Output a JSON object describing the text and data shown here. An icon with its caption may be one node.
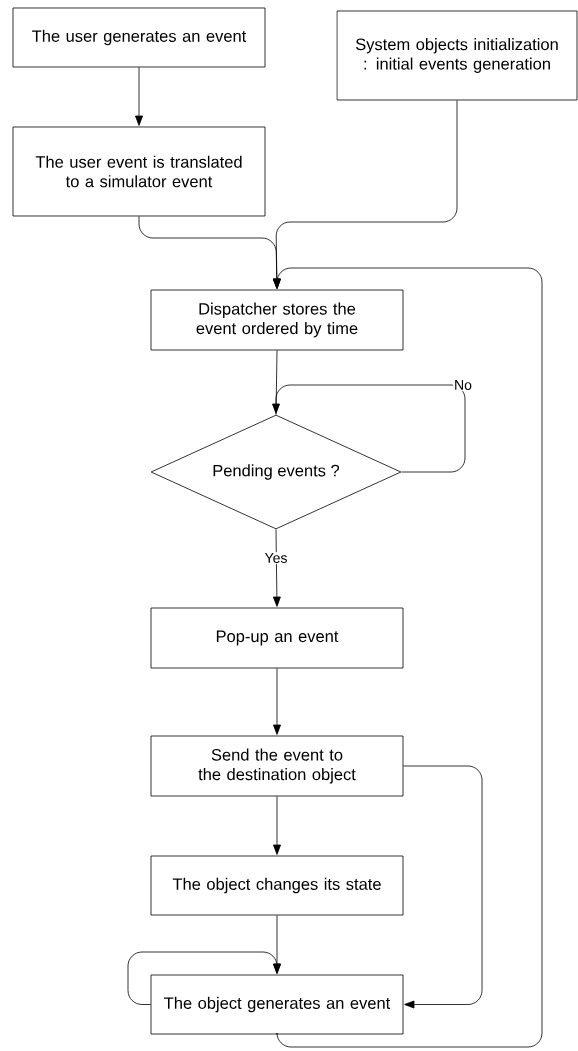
{
  "diagram": {
    "nodes": [
      {
        "text": [
          "The user generates an event"
        ]
      },
      {
        "text": [
          "The user event is translated to a simulator event"
        ]
      },
      {
        "text": [
          "System objects initialization : initial events generation"
        ]
      },
      {
        "text": [
          "Dispatcher stores the event ordered by time"
        ]
      },
      {
        "text": [
          "Pending events ?"
        ]
      },
      {
        "text": [
          "Pop-up an event"
        ]
      },
      {
        "text": [
          "Send the event to the destination object"
        ]
      },
      {
        "text": [
          "The object changes its state"
        ]
      },
      {
        "text": [
          "The object generates an event"
        ]
      }
    ],
    "edges": [
      {
        "from": 0,
        "to": 1,
        "arrow": "to"
      },
      {
        "from": 1,
        "to": 3,
        "arrow": "to"
      },
      {
        "from": 2,
        "to": 3,
        "arrow": "to"
      },
      {
        "from": 8,
        "to": 3,
        "arrow": "to"
      },
      {
        "from": 3,
        "to": 4,
        "arrow": "none"
      },
      {
        "from": 4,
        "to": 4,
        "arrow": "to",
        "label": "No"
      },
      {
        "from": 4,
        "to": 5,
        "arrow": "to",
        "label": "Yes"
      },
      {
        "from": 5,
        "to": 6,
        "arrow": "to"
      },
      {
        "from": 6,
        "to": 7,
        "arrow": "to"
      },
      {
        "from": 6,
        "to": 8,
        "arrow": "to"
      },
      {
        "from": 7,
        "to": 8,
        "arrow": "to"
      },
      {
        "from": 8,
        "to": 8,
        "arrow": "to"
      }
    ]
  }
}
